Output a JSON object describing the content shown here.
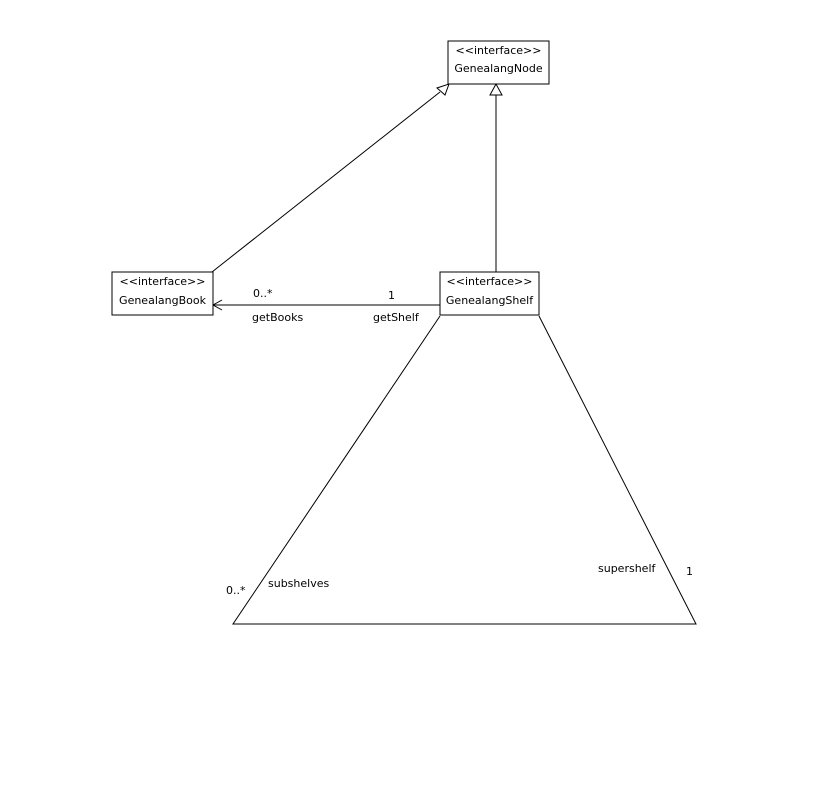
{
  "nodes": {
    "genealang_node": {
      "stereotype": "<<interface>>",
      "name": "GenealangNode"
    },
    "genealang_book": {
      "stereotype": "<<interface>>",
      "name": "GenealangBook"
    },
    "genealang_shelf": {
      "stereotype": "<<interface>>",
      "name": "GenealangShelf"
    }
  },
  "associations": {
    "books": {
      "source_multiplicity": "1",
      "source_role": "getShelf",
      "target_multiplicity": "0..*",
      "target_role": "getBooks"
    },
    "self": {
      "subshelves_role": "subshelves",
      "subshelves_multiplicity": "0..*",
      "supershelf_role": "supershelf",
      "supershelf_multiplicity": "1"
    }
  }
}
